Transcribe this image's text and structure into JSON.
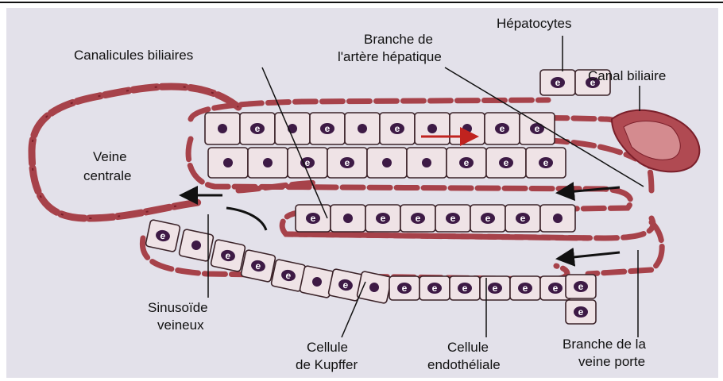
{
  "labels": {
    "hepatocytes": "Hépatocytes",
    "branche_artere_1": "Branche de",
    "branche_artere_2": "l'artère hépatique",
    "canalicules": "Canalicules biliaires",
    "canal_biliaire": "Canal biliaire",
    "veine_centrale_1": "Veine",
    "veine_centrale_2": "centrale",
    "sinusoide_1": "Sinusoïde",
    "sinusoide_2": "veineux",
    "kupffer_1": "Cellule",
    "kupffer_2": "de Kupffer",
    "endothelial_1": "Cellule",
    "endothelial_2": "endothéliale",
    "veine_porte_1": "Branche de la",
    "veine_porte_2": "veine porte"
  },
  "cell_letter": "e",
  "colors": {
    "panel": "#e3e1ea",
    "cell_fill": "#efe3e6",
    "cell_stroke": "#3a2228",
    "nucleus": "#3d1a45",
    "vessel": "#a7424a",
    "vessel_dark": "#7a1f2a",
    "red_arrow": "#c0231f",
    "black": "#111111"
  }
}
